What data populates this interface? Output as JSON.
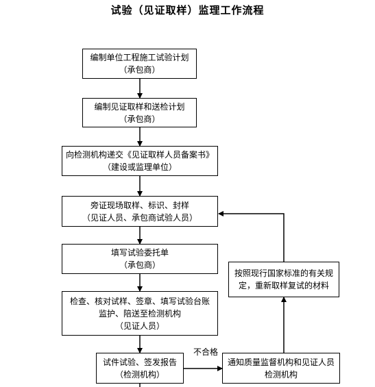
{
  "title": "试验（见证取样）监理工作流程",
  "nodes": {
    "plan": {
      "line1": "编制单位工程施工试验计划",
      "line2": "（承包商）"
    },
    "sampling_plan": {
      "line1": "编制见证取样和送检计划",
      "line2": "（承包商）"
    },
    "submit": {
      "line1": "向检测机构递交《见证取样人员备案书》",
      "line2": "（建设或监理单位）"
    },
    "witness": {
      "line1": "旁证现场取样、标识、封样",
      "line2": "（见证人员、承包商试验人员）"
    },
    "commission": {
      "line1": "填写试验委托单",
      "line2": "（承包商）"
    },
    "check": {
      "line1": "检查、核对试样、签章、填写试验台账",
      "line2": "监护、陪送至检测机构",
      "line3": "（见证人员）"
    },
    "test": {
      "line1": "试件试验、签发报告",
      "line2": "（检测机构）"
    },
    "retest": {
      "line1": "按照现行国家标准的有关规",
      "line2": "定，重新取样复试的材料"
    },
    "notify": {
      "line1": "通知质量监督机构和见证人员",
      "line2": "检测机构"
    }
  },
  "edges": {
    "fail_label": "不合格"
  }
}
